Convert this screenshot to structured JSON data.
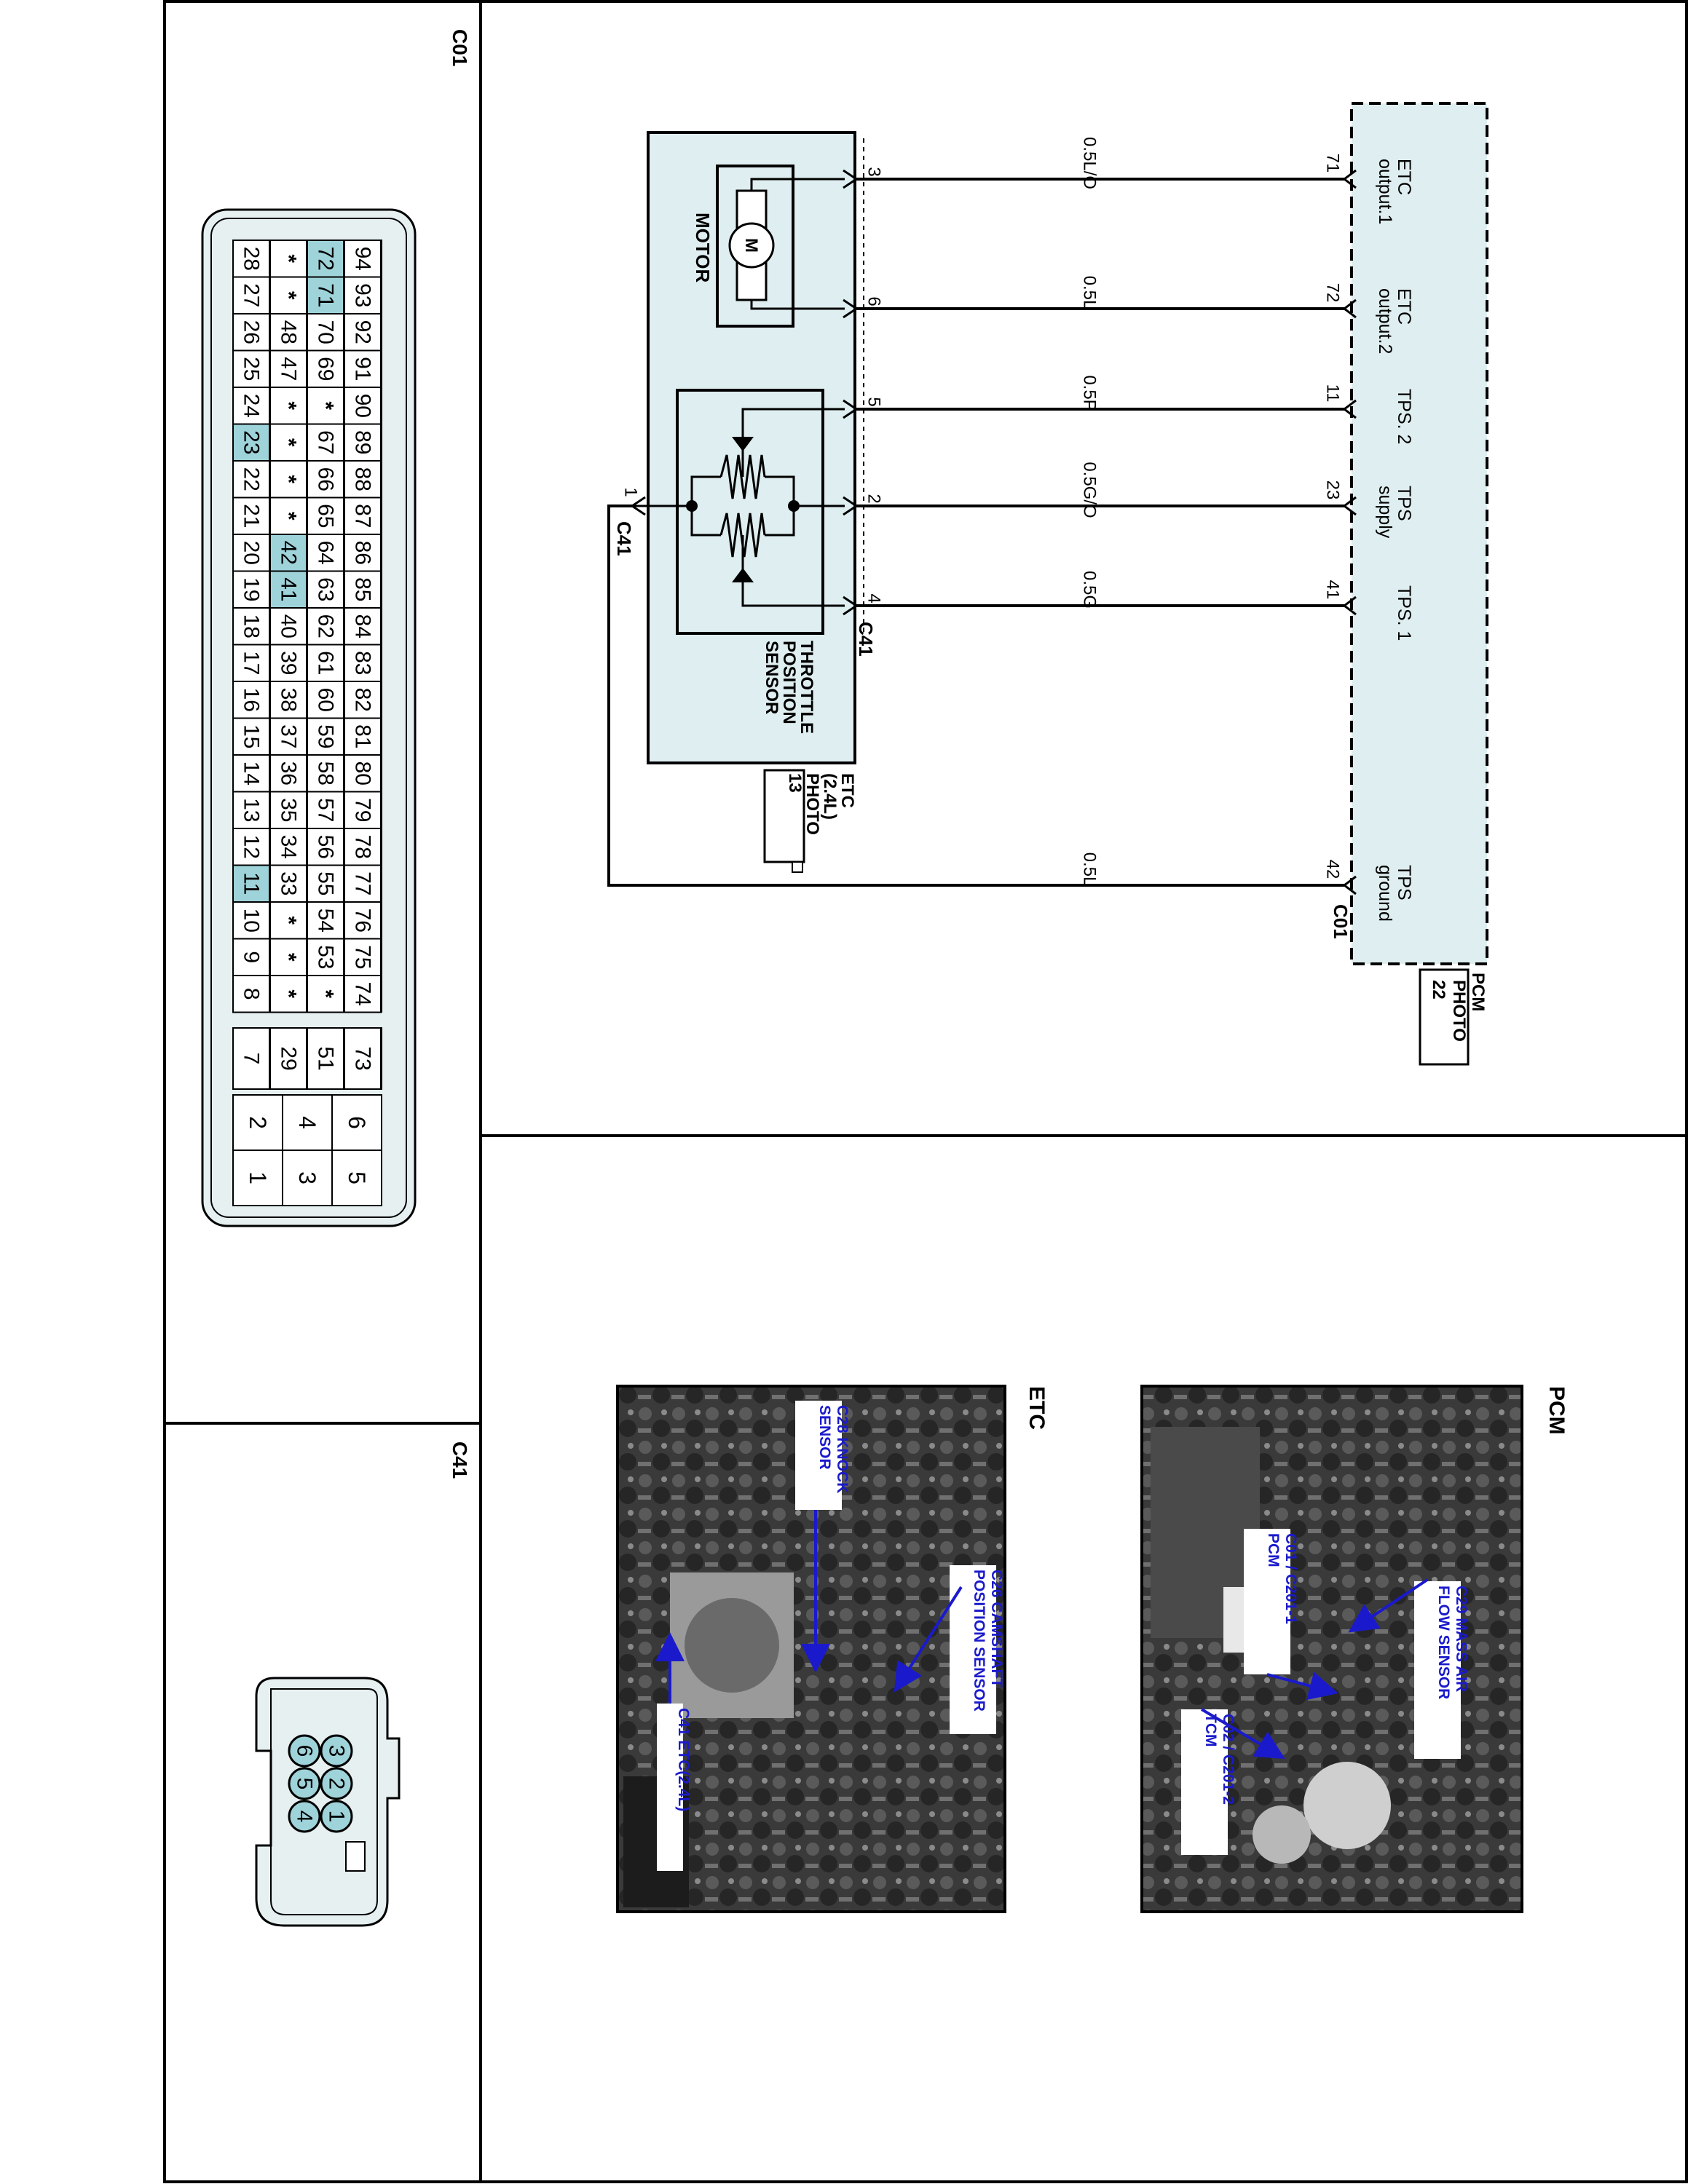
{
  "connectors": {
    "c01_title": "C01",
    "c41_title": "C41",
    "c01_pin_rows": [
      [
        "94",
        "93",
        "92",
        "91",
        "90",
        "89",
        "88",
        "87",
        "86",
        "85",
        "84",
        "83",
        "82",
        "81",
        "80",
        "79",
        "78",
        "77",
        "76",
        "75",
        "74"
      ],
      [
        "72",
        "71",
        "70",
        "69",
        "*",
        "67",
        "66",
        "65",
        "64",
        "63",
        "62",
        "61",
        "60",
        "59",
        "58",
        "57",
        "56",
        "55",
        "54",
        "53",
        "*"
      ],
      [
        "*",
        "*",
        "48",
        "47",
        "*",
        "*",
        "*",
        "*",
        "42",
        "41",
        "40",
        "39",
        "38",
        "37",
        "36",
        "35",
        "34",
        "33",
        "*",
        "*",
        "*"
      ],
      [
        "28",
        "27",
        "26",
        "25",
        "24",
        "23",
        "22",
        "21",
        "20",
        "19",
        "18",
        "17",
        "16",
        "15",
        "14",
        "13",
        "12",
        "11",
        "10",
        "9",
        "8"
      ]
    ],
    "c01_side_pins": [
      "73",
      "51",
      "29",
      "7"
    ],
    "c01_power_pins": [
      [
        "6",
        "5"
      ],
      [
        "4",
        "3"
      ],
      [
        "2",
        "1"
      ]
    ],
    "c01_highlight_pins": [
      "72",
      "71",
      "42",
      "41",
      "23",
      "11"
    ],
    "c01_highlight_color": "#9fd3da",
    "c41_pins": [
      "3",
      "2",
      "1",
      "6",
      "5",
      "4"
    ]
  },
  "schematic": {
    "pcm_name": "PCM",
    "pcm_photo": "PHOTO",
    "pcm_photo_num": "22",
    "pcm_connector": "C01",
    "pcm_pins": [
      {
        "label1": "ETC",
        "label2": "output.1",
        "pin": "71",
        "wire": "0.5L/O",
        "etc_pin": "3"
      },
      {
        "label1": "ETC",
        "label2": "output.2",
        "pin": "72",
        "wire": "0.5L",
        "etc_pin": "6"
      },
      {
        "label1": "TPS. 2",
        "label2": "",
        "pin": "11",
        "wire": "0.5P",
        "etc_pin": "5"
      },
      {
        "label1": "TPS",
        "label2": "supply",
        "pin": "23",
        "wire": "0.5G/O",
        "etc_pin": "2"
      },
      {
        "label1": "TPS. 1",
        "label2": "",
        "pin": "41",
        "wire": "0.5G",
        "etc_pin": "4"
      },
      {
        "label1": "TPS",
        "label2": "ground",
        "pin": "42",
        "wire": "0.5L",
        "etc_pin": "1"
      }
    ],
    "motor_label": "MOTOR",
    "motor_symbol": "M",
    "etc_connector": "C41",
    "etc_ground_connector": "C41",
    "tps_line1": "THROTTLE",
    "tps_line2": "POSITION",
    "tps_line3": "SENSOR",
    "etc_box_line1": "ETC",
    "etc_box_line2": "(2.4L)",
    "etc_box_line3": "PHOTO",
    "etc_box_line4": "13",
    "box_fill": "#dfeef0",
    "wire_color": "#000000"
  },
  "photos": {
    "pcm_title": "PCM",
    "etc_title": "ETC",
    "pcm_callout_maf_1": "C29 MASS AIR",
    "pcm_callout_maf_2": "FLOW SENSOR",
    "pcm_callout_c01_1": "C01 / C201-1",
    "pcm_callout_c01_2": "PCM",
    "pcm_callout_c02_1": "C02 / C201-2",
    "pcm_callout_c02_2": "TCM",
    "etc_callout_knock_1": "C28 KNOCK",
    "etc_callout_knock_2": "SENSOR",
    "etc_callout_cam_1": "C26 CAMSHAFT",
    "etc_callout_cam_2": "POSITION SENSOR",
    "etc_callout_etc": "C41 ETC(2.4L)",
    "callout_color": "#1a1acc"
  }
}
